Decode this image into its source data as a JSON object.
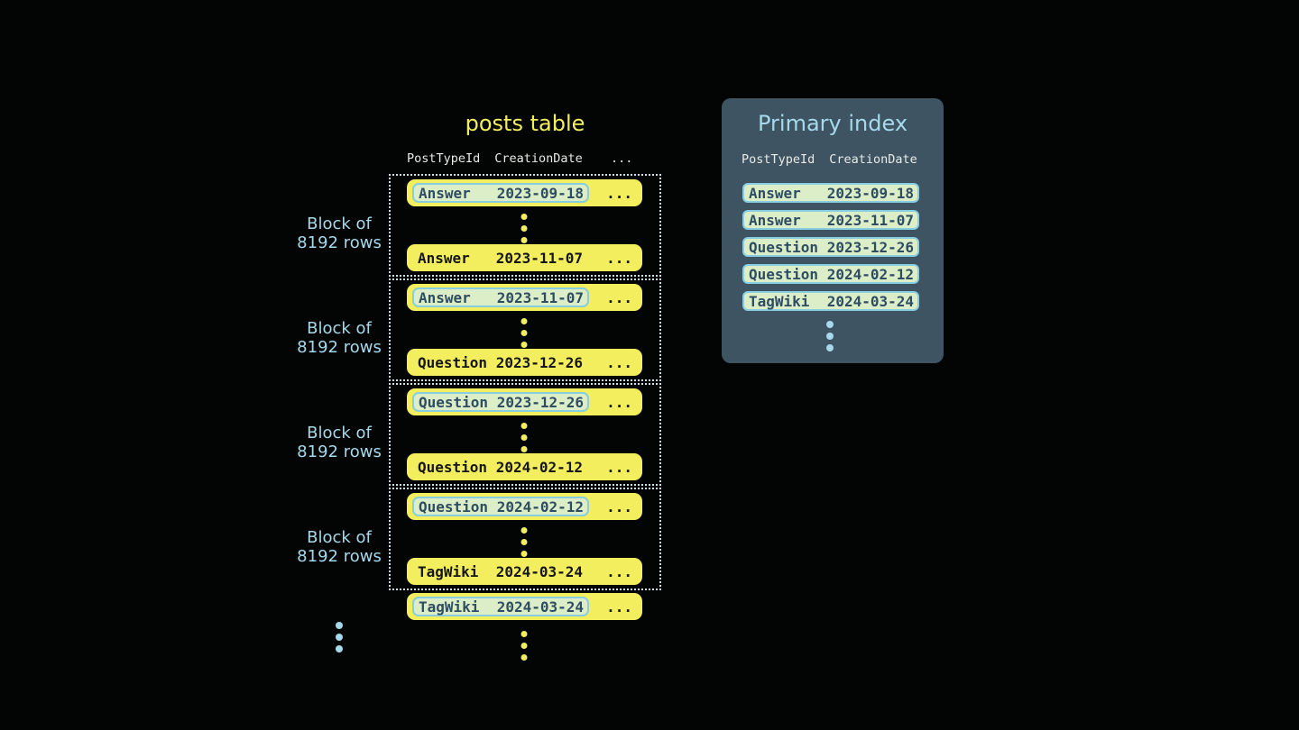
{
  "colors": {
    "background": "#030404",
    "table_yellow": "#f2ee5e",
    "highlight_green": "#dbeec8",
    "highlight_border_cyan": "#88cde0",
    "highlight_text": "#2e4d63",
    "row_text": "#161616",
    "panel_background": "#3e5463",
    "light_blue": "#a6d9ec",
    "header_text": "#e8eae5",
    "block_dotted_border": "#cfe3ea"
  },
  "posts_table": {
    "title": "posts table",
    "columns": [
      "PostTypeId",
      "CreationDate"
    ],
    "columns_ellipsis": "...",
    "row_ellipsis": "...",
    "block_label_line1": "Block of",
    "block_label_line2": "8192 rows",
    "blocks": [
      {
        "first": {
          "post_type": "Answer",
          "creation_date": "2023-09-18"
        },
        "last": {
          "post_type": "Answer",
          "creation_date": "2023-11-07"
        }
      },
      {
        "first": {
          "post_type": "Answer",
          "creation_date": "2023-11-07"
        },
        "last": {
          "post_type": "Question",
          "creation_date": "2023-12-26"
        }
      },
      {
        "first": {
          "post_type": "Question",
          "creation_date": "2023-12-26"
        },
        "last": {
          "post_type": "Question",
          "creation_date": "2024-02-12"
        }
      },
      {
        "first": {
          "post_type": "Question",
          "creation_date": "2024-02-12"
        },
        "last": {
          "post_type": "TagWiki",
          "creation_date": "2024-03-24"
        }
      }
    ],
    "overflow_row": {
      "post_type": "TagWiki",
      "creation_date": "2024-03-24"
    }
  },
  "primary_index": {
    "title": "Primary index",
    "columns": [
      "PostTypeId",
      "CreationDate"
    ],
    "entries": [
      {
        "post_type": "Answer",
        "creation_date": "2023-09-18"
      },
      {
        "post_type": "Answer",
        "creation_date": "2023-11-07"
      },
      {
        "post_type": "Question",
        "creation_date": "2023-12-26"
      },
      {
        "post_type": "Question",
        "creation_date": "2024-02-12"
      },
      {
        "post_type": "TagWiki",
        "creation_date": "2024-03-24"
      }
    ]
  }
}
